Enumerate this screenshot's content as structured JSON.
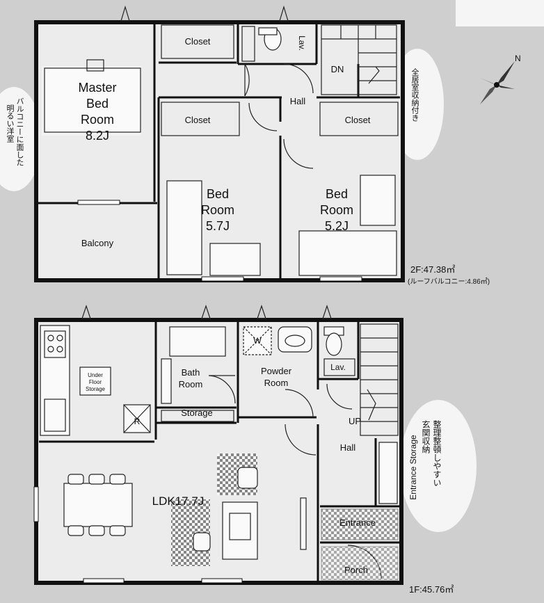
{
  "upper_floor": {
    "rooms": {
      "master": [
        "Master",
        "Bed",
        "Room",
        "8.2J"
      ],
      "closet_top": "Closet",
      "lav": "Lav.",
      "dn": "DN",
      "hall": "Hall",
      "closet_mid": "Closet",
      "closet_right": "Closet",
      "bed1": [
        "Bed",
        "Room",
        "5.7J"
      ],
      "bed2": [
        "Bed",
        "Room",
        "5.2J"
      ],
      "balcony": "Balcony"
    },
    "area": "2F:47.38㎡",
    "roof_balcony": "(ルーフバルコニー:4.86㎡)",
    "note_left": [
      "バルコニーに面した",
      "明るい洋室"
    ],
    "note_right": "全居室収納付き"
  },
  "ground_floor": {
    "rooms": {
      "under_floor": [
        "Under",
        "Floor",
        "Storage"
      ],
      "r": "R",
      "bath": [
        "Bath",
        "Room"
      ],
      "w": "W",
      "powder": [
        "Powder",
        "Room"
      ],
      "lav": "Lav.",
      "storage": "Storage",
      "up": "UP",
      "hall": "Hall",
      "ldk": "LDK17.7J",
      "entrance_storage": "Entrance Storage",
      "entrance": "Entrance",
      "porch": "Porch"
    },
    "area": "1F:45.76㎡",
    "note_right": [
      "整理整頓しやすい",
      "玄関収納"
    ]
  },
  "compass": {
    "north": "N",
    "icon": "compass-rose-icon"
  }
}
